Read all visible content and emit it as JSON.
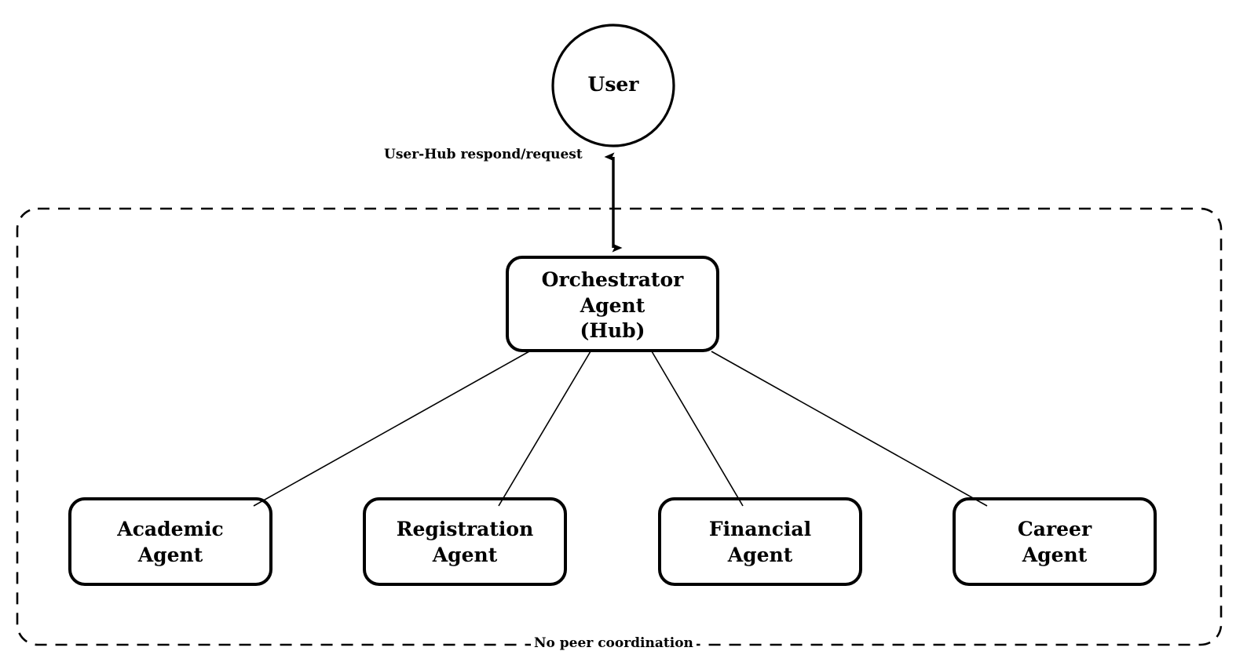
{
  "diagram": {
    "title_text": "",
    "colors": {
      "stroke": "#000000",
      "text": "#000000",
      "background": "#ffffff",
      "dashed_boundary": "#000000"
    },
    "user_node": {
      "label": "User",
      "shape": "circle"
    },
    "hub_node": {
      "label": "Orchestrator\nAgent\n(Hub)",
      "shape": "rounded-rectangle"
    },
    "edges": [
      {
        "name": "user-hub",
        "label": "User-Hub respond/request",
        "style": "double-headed-arrow"
      }
    ],
    "boundary": {
      "caption": "No peer coordination",
      "style": "dashed-rounded-rectangle"
    },
    "agents": [
      {
        "id": "academic",
        "label": "Academic\nAgent"
      },
      {
        "id": "registration",
        "label": "Registration\nAgent"
      },
      {
        "id": "financial",
        "label": "Financial\nAgent"
      },
      {
        "id": "career",
        "label": "Career\nAgent"
      }
    ]
  }
}
